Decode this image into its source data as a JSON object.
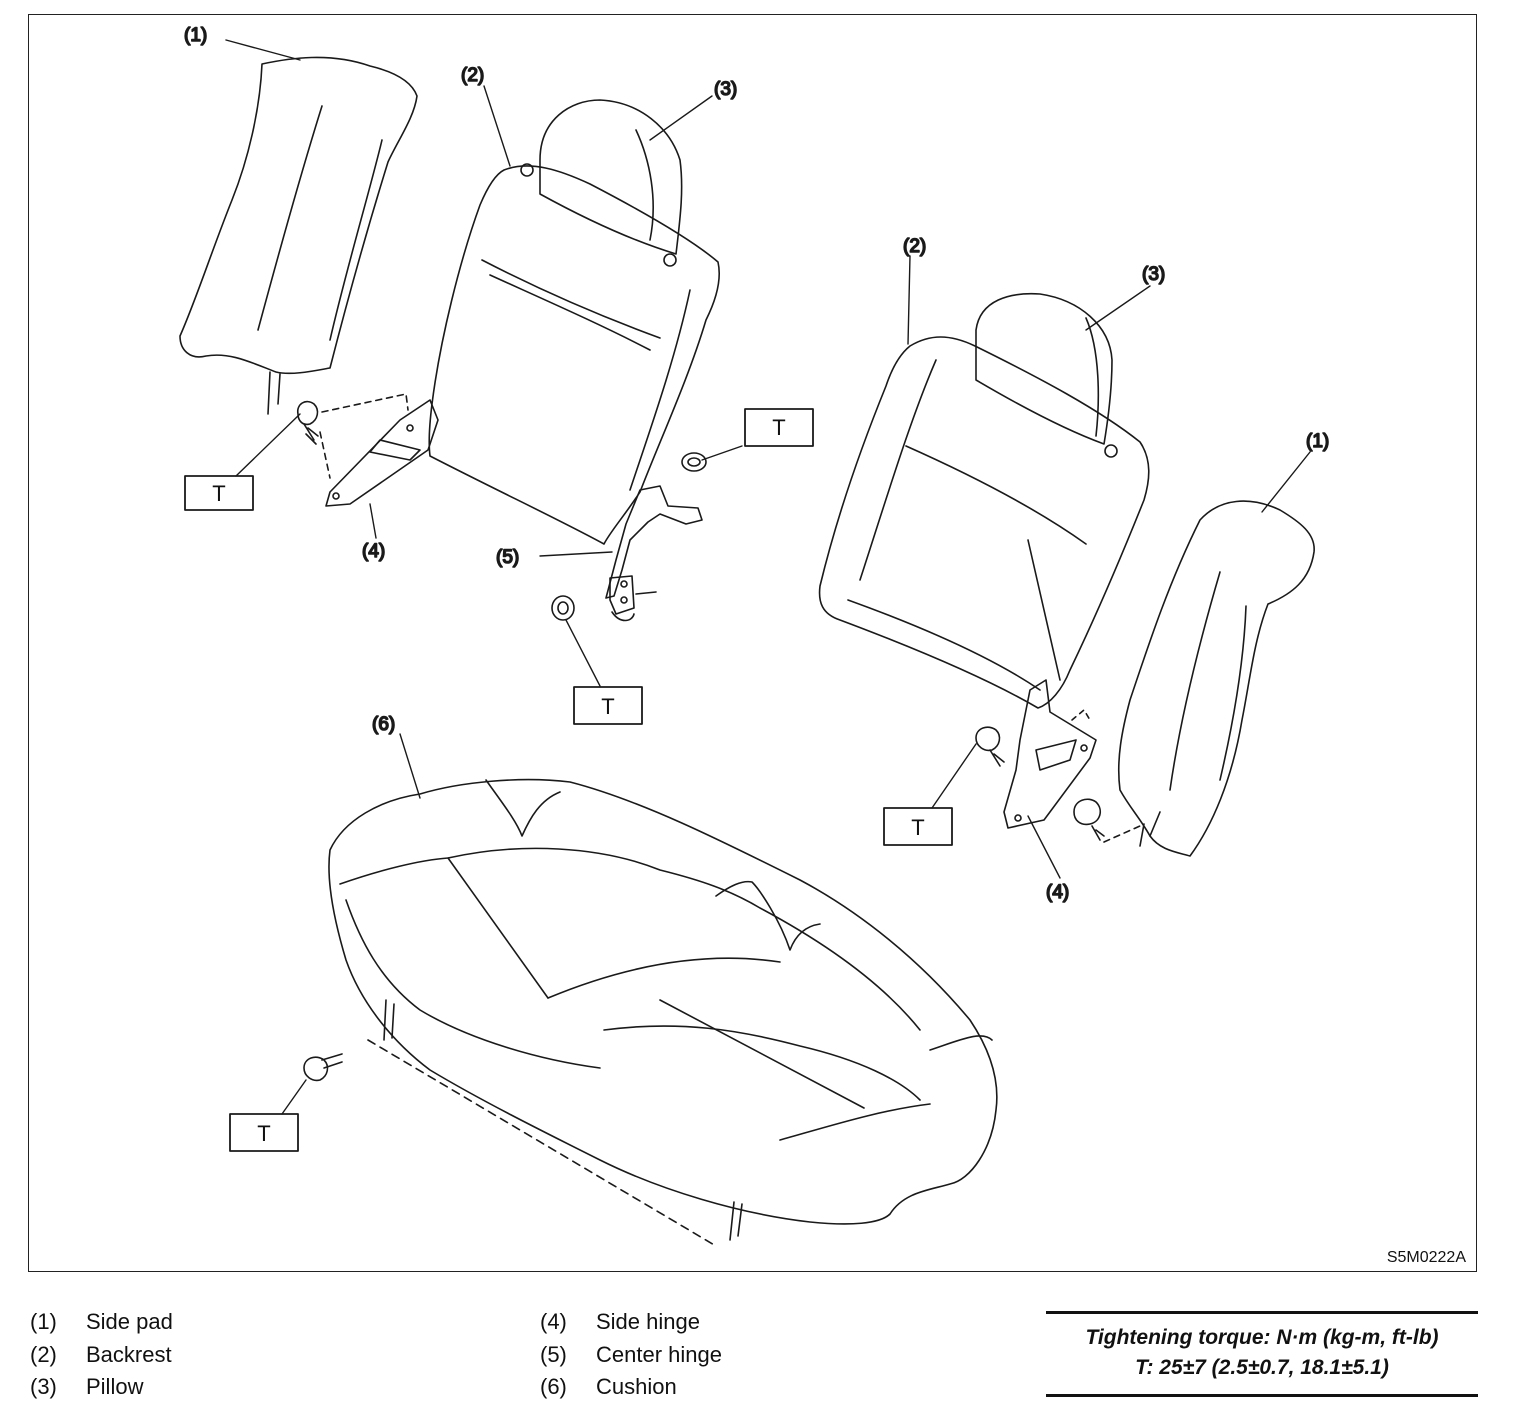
{
  "diagram": {
    "figure_code": "S5M0222A",
    "callouts": {
      "c1": "(1)",
      "c2": "(2)",
      "c3": "(3)",
      "c4": "(4)",
      "c5": "(5)",
      "c6": "(6)"
    },
    "torque_box_label": "T"
  },
  "legend": {
    "items": [
      {
        "num": "(1)",
        "label": "Side pad"
      },
      {
        "num": "(2)",
        "label": "Backrest"
      },
      {
        "num": "(3)",
        "label": "Pillow"
      },
      {
        "num": "(4)",
        "label": "Side hinge"
      },
      {
        "num": "(5)",
        "label": "Center hinge"
      },
      {
        "num": "(6)",
        "label": "Cushion"
      }
    ]
  },
  "torque": {
    "line1": "Tightening torque: N·m (kg-m, ft-lb)",
    "line2": "T: 25±7 (2.5±0.7, 18.1±5.1)"
  }
}
